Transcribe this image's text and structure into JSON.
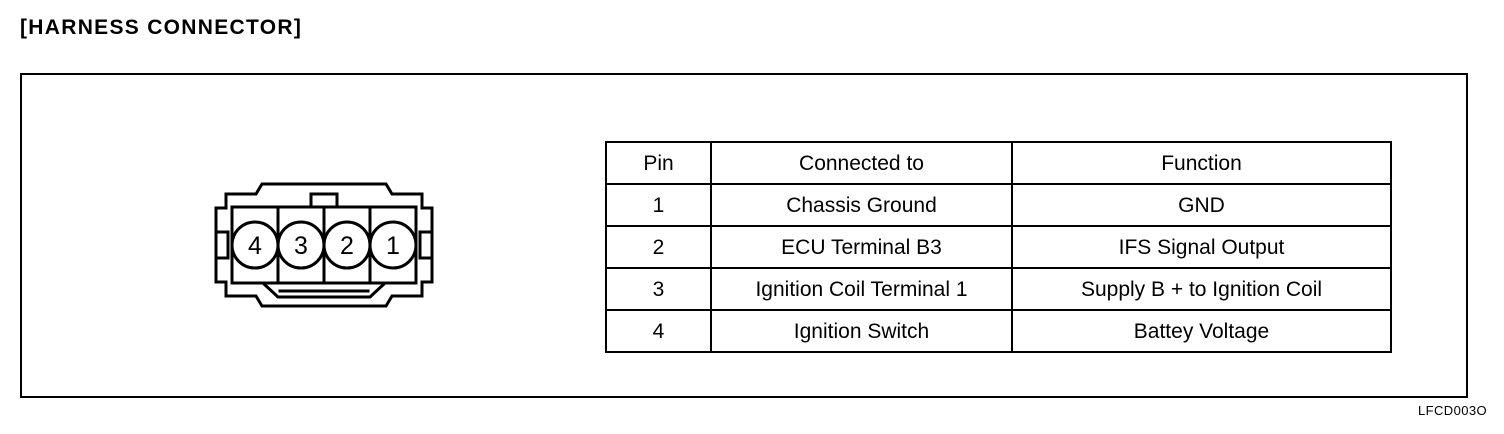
{
  "page": {
    "title": "[HARNESS CONNECTOR]",
    "reference_code": "LFCD003O",
    "line_color": "#000000",
    "background_color": "#ffffff"
  },
  "connector": {
    "name": "4-way harness connector",
    "pin_count": 4,
    "pin_labels_left_to_right": [
      "4",
      "3",
      "2",
      "1"
    ],
    "pins": [
      {
        "label": "4"
      },
      {
        "label": "3"
      },
      {
        "label": "2"
      },
      {
        "label": "1"
      }
    ]
  },
  "table": {
    "headers": [
      "Pin",
      "Connected to",
      "Function"
    ],
    "rows": [
      {
        "pin": "1",
        "connected_to": "Chassis Ground",
        "function": "GND"
      },
      {
        "pin": "2",
        "connected_to": "ECU Terminal B3",
        "function": "IFS Signal Output"
      },
      {
        "pin": "3",
        "connected_to": "Ignition Coil Terminal 1",
        "function": "Supply B + to Ignition Coil"
      },
      {
        "pin": "4",
        "connected_to": "Ignition Switch",
        "function": "Battey Voltage"
      }
    ]
  }
}
